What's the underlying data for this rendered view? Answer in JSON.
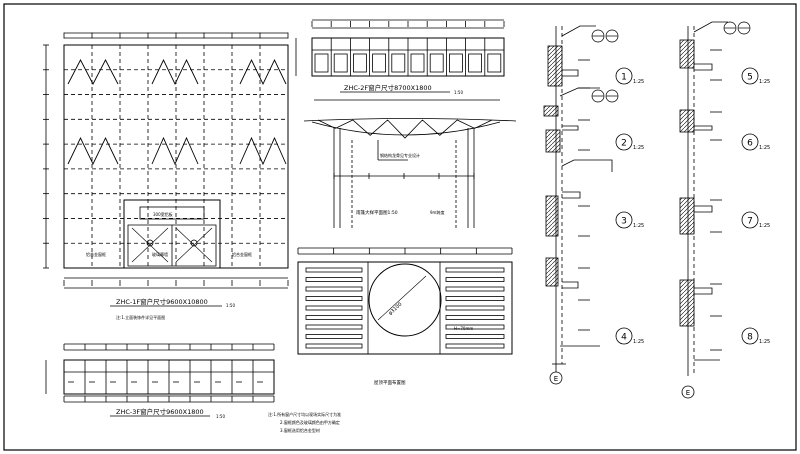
{
  "drawing": {
    "facade_title": "ZHC-1F窗户尺寸9600X10800",
    "facade_scale": "1:50",
    "facade_note": "注:1.立面装饰件详见平面图",
    "facade_panel_label": "300宽铝板",
    "facade_left_label": "铝合金窗框",
    "facade_center_label": "玻璃幕墙",
    "facade_right_label": "铝合金窗框",
    "window_top_title": "ZHC-2F窗户尺寸8700X1800",
    "window_top_scale": "1:50",
    "window_bottom_title": "ZHC-3F窗户尺寸9600X1800",
    "window_bottom_scale": "1:50",
    "canopy_title": "雨篷大样平面图1:50",
    "canopy_note": "钢结构龙骨见专业设计",
    "canopy_side_label": "9m跨度",
    "plan_title": "屋顶平面布置图",
    "plan_circle_label": "φ3100",
    "plan_right_label": "H=70mm",
    "general_notes": [
      "注:1.所有窗户尺寸均以现场实际尺寸为准",
      "2.窗框颜色及玻璃颜色由甲方确定",
      "3.窗框选用铝合金型材"
    ],
    "sections": [
      {
        "num": "1",
        "scale": "1:25"
      },
      {
        "num": "2",
        "scale": "1:25"
      },
      {
        "num": "3",
        "scale": "1:25"
      },
      {
        "num": "4",
        "scale": "1:25"
      },
      {
        "num": "5",
        "scale": "1:25"
      },
      {
        "num": "6",
        "scale": "1:25"
      },
      {
        "num": "7",
        "scale": "1:25"
      },
      {
        "num": "8",
        "scale": "1:25"
      }
    ],
    "axis_left": "E",
    "axis_right": "E"
  }
}
